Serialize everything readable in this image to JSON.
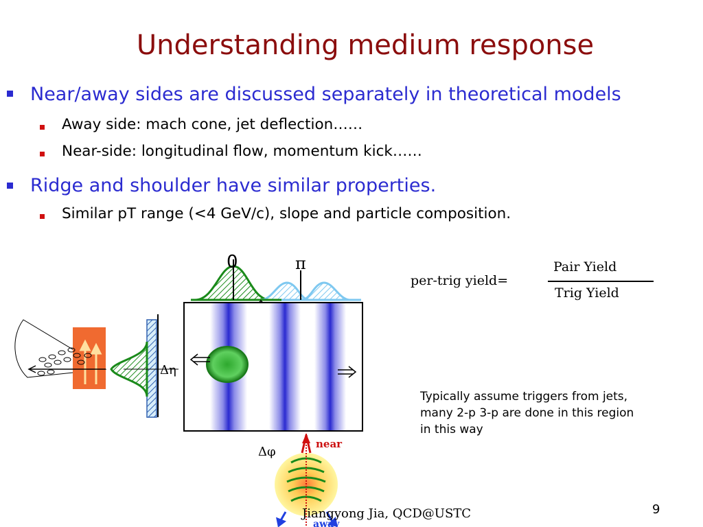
{
  "slide": {
    "title": "Understanding medium response",
    "bullets": [
      "Near/away sides are discussed separately in theoretical models",
      "Away side: mach cone, jet deflection……",
      "Near-side: longitudinal flow, momentum kick……",
      "Ridge and shoulder have similar properties.",
      "Similar pT range (<4 GeV/c), slope and particle composition."
    ],
    "formula": {
      "lhs": "per-trig yield=",
      "numerator": "Pair Yield",
      "denominator": "Trig Yield"
    },
    "figure_labels": {
      "zero": "0",
      "pi": "π",
      "deta": "Δη",
      "dphi": "Δφ",
      "near": "near",
      "away": "away"
    },
    "note_lines": [
      "Typically assume triggers from jets,",
      "many 2-p 3-p are done in this region",
      "in this way"
    ],
    "footer": "Jiangyong Jia,  QCD@USTC",
    "page_number": "9"
  },
  "colors": {
    "title": "#8b0d0d",
    "level1": "#2b2bd0",
    "bullet_square": "#d01010",
    "near_peak": "#1a8a1a",
    "away_peak": "#7ec8f0",
    "ridge_band": "#3333cc"
  }
}
